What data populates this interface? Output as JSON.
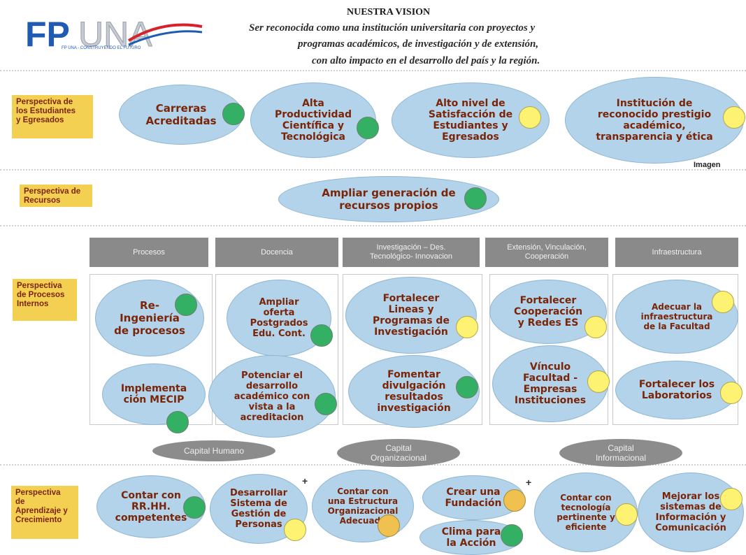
{
  "logo": {
    "text": "FP UNA",
    "tagline": "FP UNA - CONSTRUYENDO EL FUTURO",
    "colors": {
      "blue": "#1f5bb3",
      "red": "#d6232b",
      "gray": "#9aa0a8"
    }
  },
  "vision": {
    "title": "NUESTRA VISION",
    "line1": "Ser reconocida como una institución universitaria con proyectos y",
    "line2": "programas académicos, de investigación y de extensión,",
    "line3": "con alto impacto en el desarrollo del país y la región."
  },
  "perspectives": {
    "students": "Perspectiva de\nlos Estudiantes\ny Egresados",
    "resources": "Perspectiva  de\nRecursos",
    "processes": "Perspectiva\nde Procesos\nInternos",
    "learning": "Perspectiva\nde\nAprendizaje y\nCrecimiento"
  },
  "students_objectives": [
    {
      "label": "Carreras\nAcreditadas",
      "status": "green"
    },
    {
      "label": "Alta\nProductividad\nCientífica y\nTecnológica",
      "status": "green"
    },
    {
      "label": "Alto nivel de\nSatisfacción de\nEstudiantes y\nEgresados",
      "status": "yellow"
    },
    {
      "label": "Institución de\nreconocido prestigio\nacadémico,\ntransparencia y ética",
      "status": "yellow"
    }
  ],
  "imagen_label": "Imagen",
  "resources_objectives": [
    {
      "label": "Ampliar generación de\nrecursos propios",
      "status": "green"
    }
  ],
  "columns": [
    {
      "label": "Procesos"
    },
    {
      "label": "Docencia"
    },
    {
      "label": "Investigación – Des.\nTecnológico- Innovacion"
    },
    {
      "label": "Extensión, Vinculación,\nCooperación"
    },
    {
      "label": "Infraestructura"
    }
  ],
  "process_objectives": [
    {
      "label": "Re-\nIngeniería\nde procesos",
      "status": "green"
    },
    {
      "label": "Implementa\nción MECIP",
      "status": "green"
    },
    {
      "label": "Ampliar\noferta\nPostgrados\nEdu. Cont.",
      "status": "green"
    },
    {
      "label": "Potenciar el\ndesarrollo\nacadémico con\nvista a la\nacreditacion",
      "status": "green"
    },
    {
      "label": "Fortalecer\nLineas y\nProgramas de\nInvestigación",
      "status": "yellow"
    },
    {
      "label": "Fomentar\ndivulgación\nresultados\ninvestigación",
      "status": "green"
    },
    {
      "label": "Fortalecer\nCooperación\ny  Redes ES",
      "status": "yellow"
    },
    {
      "label": "Vínculo\nFacultad -\nEmpresas\nInstituciones",
      "status": "yellow"
    },
    {
      "label": "Adecuar la\ninfraestructura\nde la Facultad",
      "status": "yellow"
    },
    {
      "label": "Fortalecer los\nLaboratorios",
      "status": "yellow"
    }
  ],
  "capitals": [
    {
      "label": "Capital Humano"
    },
    {
      "label": "Capital\nOrganizacional"
    },
    {
      "label": "Capital\nInformacional"
    }
  ],
  "learning_objectives": [
    {
      "label": "Contar con\nRR.HH.\ncompetentes",
      "status": "green"
    },
    {
      "label": "Desarrollar\nSistema de\nGestión de\nPersonas",
      "status": "yellow"
    },
    {
      "label": "Contar con\nuna Estructura\nOrganizacional\nAdecuada",
      "status": "orange"
    },
    {
      "label": "Crear una\nFundación",
      "status": "orange"
    },
    {
      "label": "Clima para\nla Acción",
      "status": "green"
    },
    {
      "label": "Contar con\ntecnología\npertinente y\neficiente",
      "status": "yellow"
    },
    {
      "label": "Mejorar los\nsistemas de\nInformación y\nComunicación",
      "status": "yellow"
    }
  ],
  "plus_marks": [
    "+",
    "+"
  ],
  "status_colors": {
    "green": "#34b064",
    "yellow": "#fdf271",
    "orange": "#f0c14e"
  }
}
